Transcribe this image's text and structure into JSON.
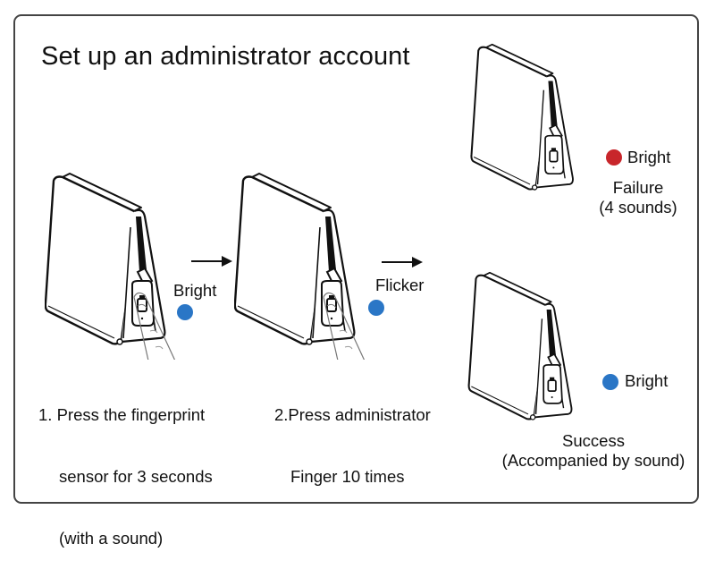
{
  "title": "Set up an administrator account",
  "colors": {
    "blue_led": "#2a76c6",
    "red_led": "#c8262b",
    "line": "#111111",
    "frame": "#444444"
  },
  "steps": [
    {
      "device_label": "Bright",
      "led_color": "blue",
      "caption_line1": "1. Press the fingerprint",
      "caption_line2": "sensor for 3 seconds",
      "caption_line3": "(with a sound)",
      "finger": true
    },
    {
      "device_label": "Flicker",
      "led_color": "blue",
      "caption_line1": "2.Press administrator",
      "caption_line2": "Finger 10 times",
      "finger": true
    }
  ],
  "outcomes": {
    "failure": {
      "led_label": "Bright",
      "led_color": "red",
      "caption_line1": "Failure",
      "caption_line2": "(4 sounds)"
    },
    "success": {
      "led_label": "Bright",
      "led_color": "blue",
      "caption_line1": "Success",
      "caption_line2": "(Accompanied by sound)"
    }
  },
  "icons": {
    "arrow": "right-arrow-icon",
    "device": "fingerprint-lock-device-icon",
    "finger": "finger-icon",
    "led": "led-indicator-icon"
  }
}
